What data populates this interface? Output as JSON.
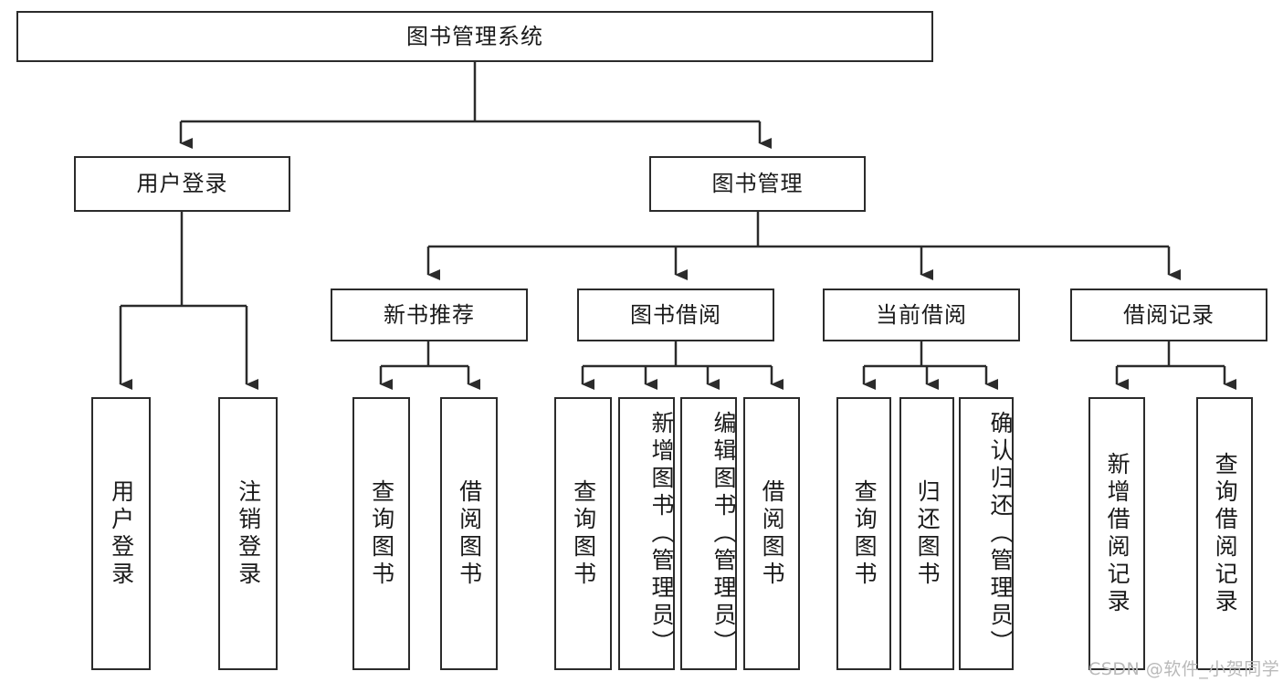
{
  "diagram": {
    "title": "图书管理系统",
    "type": "tree-hierarchy",
    "stroke_color": "#2b2b2b",
    "fill_color": "#ffffff",
    "text_color": "#1a1a1a"
  },
  "nodes": {
    "root": {
      "label": "图书管理系统",
      "level": 1,
      "orientation": "horizontal"
    },
    "l2": [
      {
        "id": "user-login",
        "label": "用户登录",
        "level": 2,
        "orientation": "horizontal"
      },
      {
        "id": "book-manage",
        "label": "图书管理",
        "level": 2,
        "orientation": "horizontal"
      }
    ],
    "l3": [
      {
        "id": "new-book-rec",
        "label": "新书推荐",
        "level": 3,
        "orientation": "horizontal",
        "parent": "book-manage"
      },
      {
        "id": "book-borrow",
        "label": "图书借阅",
        "level": 3,
        "orientation": "horizontal",
        "parent": "book-manage"
      },
      {
        "id": "current-borrow",
        "label": "当前借阅",
        "level": 3,
        "orientation": "horizontal",
        "parent": "book-manage"
      },
      {
        "id": "borrow-record",
        "label": "借阅记录",
        "level": 3,
        "orientation": "horizontal",
        "parent": "book-manage"
      }
    ],
    "leaves": [
      {
        "id": "leaf-user-login",
        "label": "用户登录",
        "parent": "user-login",
        "orientation": "vertical",
        "align": "center"
      },
      {
        "id": "leaf-logout",
        "label": "注销登录",
        "parent": "user-login",
        "orientation": "vertical",
        "align": "center"
      },
      {
        "id": "leaf-query-book-1",
        "label": "查询图书",
        "parent": "new-book-rec",
        "orientation": "vertical",
        "align": "center"
      },
      {
        "id": "leaf-borrow-book-1",
        "label": "借阅图书",
        "parent": "new-book-rec",
        "orientation": "vertical",
        "align": "center"
      },
      {
        "id": "leaf-query-book-2",
        "label": "查询图书",
        "parent": "book-borrow",
        "orientation": "vertical",
        "align": "center"
      },
      {
        "id": "leaf-add-book",
        "label": "新增图书（管理员）",
        "parent": "book-borrow",
        "orientation": "vertical",
        "align": "top"
      },
      {
        "id": "leaf-edit-book",
        "label": "编辑图书（管理员）",
        "parent": "book-borrow",
        "orientation": "vertical",
        "align": "top"
      },
      {
        "id": "leaf-borrow-book-2",
        "label": "借阅图书",
        "parent": "book-borrow",
        "orientation": "vertical",
        "align": "center"
      },
      {
        "id": "leaf-query-book-3",
        "label": "查询图书",
        "parent": "current-borrow",
        "orientation": "vertical",
        "align": "center"
      },
      {
        "id": "leaf-return-book",
        "label": "归还图书",
        "parent": "current-borrow",
        "orientation": "vertical",
        "align": "center"
      },
      {
        "id": "leaf-confirm-return",
        "label": "确认归还（管理员）",
        "parent": "current-borrow",
        "orientation": "vertical",
        "align": "top"
      },
      {
        "id": "leaf-add-record",
        "label": "新增借阅记录",
        "parent": "borrow-record",
        "orientation": "vertical",
        "align": "center"
      },
      {
        "id": "leaf-query-record",
        "label": "查询借阅记录",
        "parent": "borrow-record",
        "orientation": "vertical",
        "align": "center"
      }
    ]
  },
  "watermark": {
    "text": "CSDN @软件_小贺同学"
  }
}
